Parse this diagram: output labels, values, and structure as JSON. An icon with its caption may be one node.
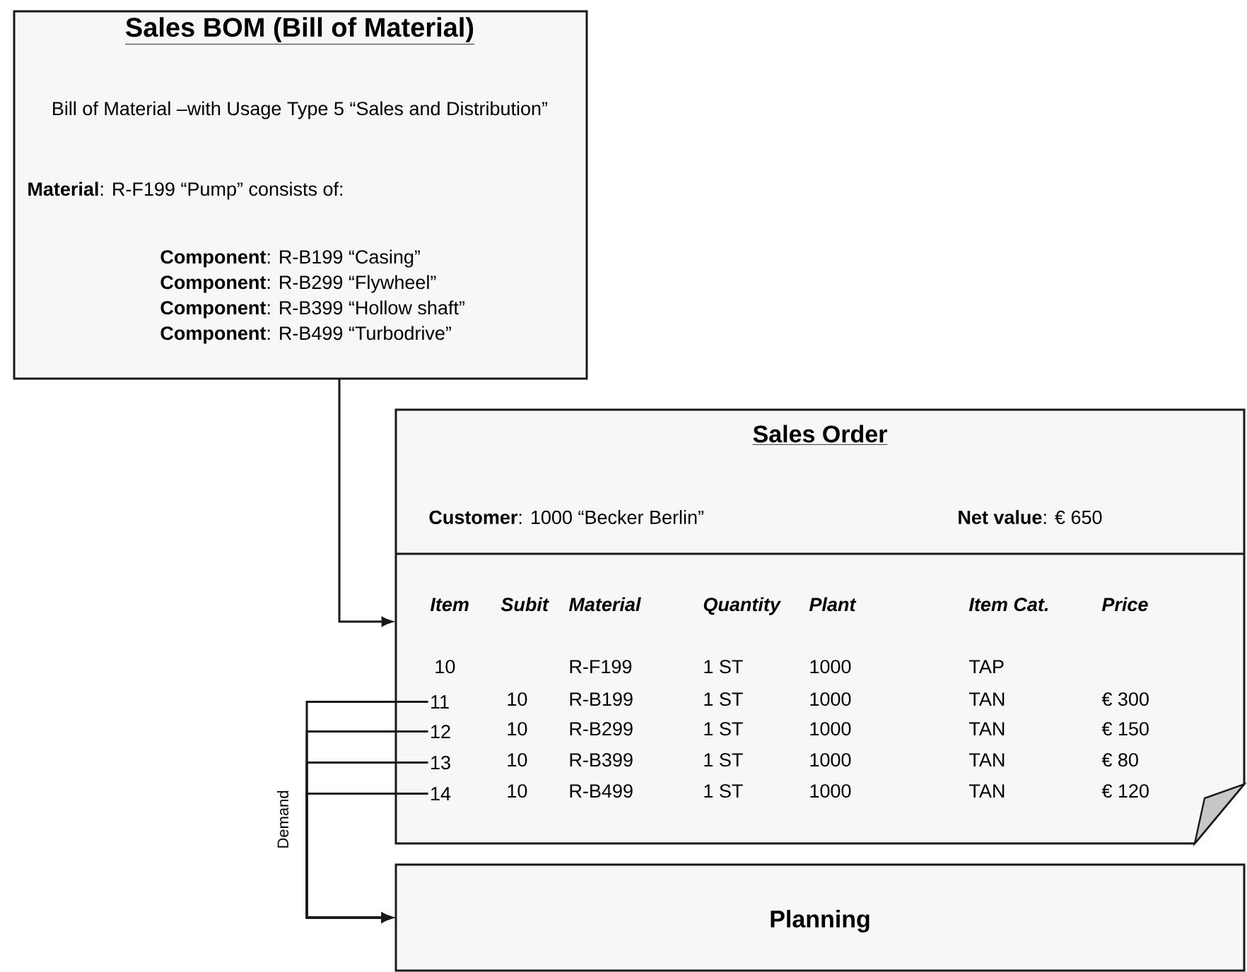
{
  "diagram": {
    "nodes": [
      {
        "text": [
          "Sales BOM (Bill of Material)",
          "Bill of Material –with Usage Type 5 “Sales and Distribution”",
          "**Material**: R-F199 “Pump” consists of:",
          "**Component**: R-B199 “Casing”",
          "**Component**: R-B299 “Flywheel”",
          "**Component**: R-B399 “Hollow shaft”",
          "**Component**: R-B499 “Turbodrive”"
        ]
      },
      {
        "text": [
          "Sales Order",
          "**Customer**: 1000 “Becker Berlin”",
          "**Net value**: € 650"
        ]
      },
      {
        "text": [
          "11"
        ],
        "in": 1
      },
      {
        "text": [
          "12"
        ],
        "in": 1
      },
      {
        "text": [
          "13"
        ],
        "in": 1
      },
      {
        "text": [
          "14"
        ],
        "in": 1
      },
      {
        "text": [
          "Planning"
        ]
      }
    ],
    "edges": [
      {
        "from": 0,
        "to": 1,
        "arrow": "to"
      },
      {
        "from": 2,
        "to": 6,
        "arrow": "to",
        "label": "Demand"
      },
      {
        "from": 3,
        "to": 6,
        "arrow": "to"
      },
      {
        "from": 4,
        "to": 6,
        "arrow": "to"
      },
      {
        "from": 5,
        "to": 6,
        "arrow": "to"
      }
    ],
    "labels": [
      "Item",
      "Subit",
      "Material",
      "Quantity",
      "Plant",
      "Item Cat.",
      "Price",
      "10",
      "R-F199",
      "1 ST",
      "1000",
      "TAP",
      "10",
      "R-B199",
      "1 ST",
      "1000",
      "TAN",
      "€ 300",
      "10",
      "R-B299",
      "1 ST",
      "1000",
      "TAN",
      "€ 150",
      "10",
      "R-B399",
      "1 ST",
      "1000",
      "TAN",
      "€ 80",
      "10",
      "R-B499",
      "1 ST",
      "1000",
      "TAN",
      "€ 120"
    ]
  }
}
